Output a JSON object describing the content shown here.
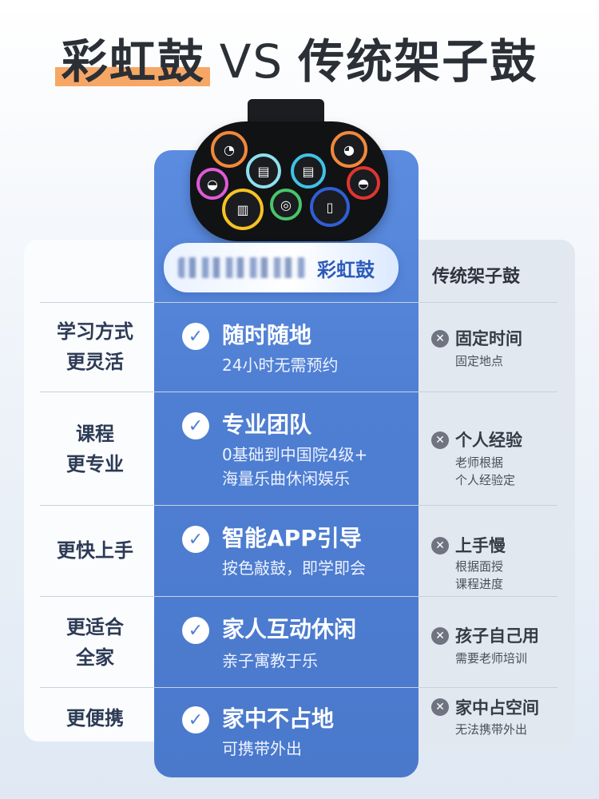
{
  "title": {
    "part1": "彩虹鼓",
    "vs": "VS",
    "part2": "传统架子鼓"
  },
  "columns": {
    "rainbow_label": "彩虹鼓",
    "traditional_label": "传统架子鼓"
  },
  "rows": [
    {
      "category": [
        "学习方式",
        "更灵活"
      ],
      "pro_title": "随时随地",
      "pro_desc": [
        "24小时无需预约"
      ],
      "con_title": "固定时间",
      "con_desc": [
        "固定地点"
      ]
    },
    {
      "category": [
        "课程",
        "更专业"
      ],
      "pro_title": "专业团队",
      "pro_desc": [
        "0基础到中国院4级+",
        "海量乐曲休闲娱乐"
      ],
      "con_title": "个人经验",
      "con_desc": [
        "老师根据",
        "个人经验定"
      ]
    },
    {
      "category": [
        "更快上手"
      ],
      "pro_title": "智能APP引导",
      "pro_desc": [
        "按色敲鼓，即学即会"
      ],
      "con_title": "上手慢",
      "con_desc": [
        "根据面授",
        "课程进度"
      ]
    },
    {
      "category": [
        "更适合",
        "全家"
      ],
      "pro_title": "家人互动休闲",
      "pro_desc": [
        "亲子寓教于乐"
      ],
      "con_title": "孩子自己用",
      "con_desc": [
        "需要老师培训"
      ]
    },
    {
      "category": [
        "更便携"
      ],
      "pro_title": "家中不占地",
      "pro_desc": [
        "可携带外出"
      ],
      "con_title": "家中占空间",
      "con_desc": [
        "无法携带外出"
      ]
    }
  ],
  "icons": {
    "pro": "check-icon",
    "con": "cross-icon"
  },
  "colors": {
    "accent_blue": "#4f7fd3",
    "highlight_orange": "#f7a765",
    "title_dark": "#2b2f36"
  }
}
